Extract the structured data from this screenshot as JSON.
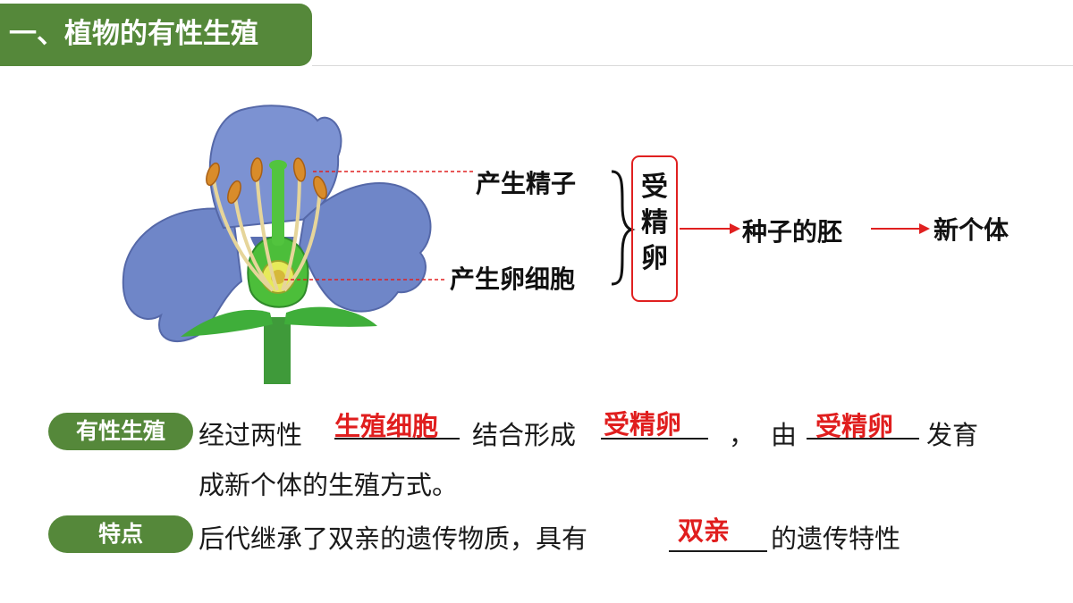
{
  "header": {
    "title": "一、植物的有性生殖"
  },
  "diagram": {
    "sperm_label": "产生精子",
    "egg_label": "产生卵细胞",
    "fertilized": [
      "受",
      "精",
      "卵"
    ],
    "embryo_label": "种子的胚",
    "individual_label": "新个体"
  },
  "definition": {
    "tag": "有性生殖",
    "t1": "经过两性",
    "a1": "生殖细胞",
    "t2": "结合形成",
    "a2": "受精卵",
    "t3": "，",
    "t4": "由",
    "a3": "受精卵",
    "t5": "发育",
    "line2": "成新个体的生殖方式。"
  },
  "feature": {
    "tag": "特点",
    "t1": "后代继承了双亲的遗传物质，具有",
    "a1": "双亲",
    "t2": "的遗传特性"
  },
  "colors": {
    "green": "#55883a",
    "red": "#e01e1e",
    "petal": "#6f86c8"
  }
}
